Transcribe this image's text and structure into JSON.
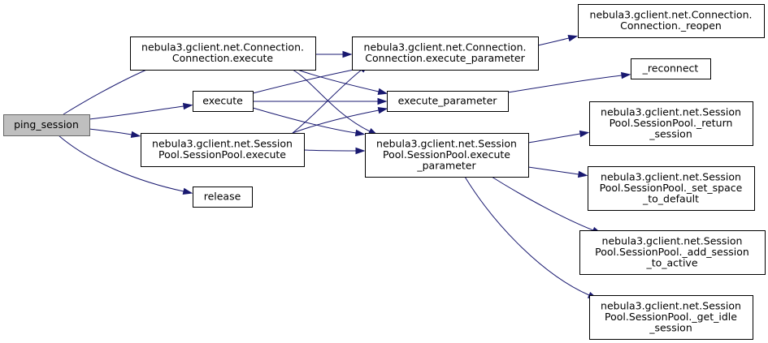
{
  "nodes": [
    {
      "id": "ping_session",
      "lines": [
        "ping_session"
      ],
      "root": true
    },
    {
      "id": "conn_execute",
      "lines": [
        "nebula3.gclient.net.Connection.",
        "Connection.execute"
      ]
    },
    {
      "id": "execute",
      "lines": [
        "execute"
      ]
    },
    {
      "id": "pool_execute",
      "lines": [
        "nebula3.gclient.net.Session",
        "Pool.SessionPool.execute"
      ]
    },
    {
      "id": "release",
      "lines": [
        "release"
      ]
    },
    {
      "id": "conn_execute_parameter",
      "lines": [
        "nebula3.gclient.net.Connection.",
        "Connection.execute_parameter"
      ]
    },
    {
      "id": "execute_parameter",
      "lines": [
        "execute_parameter"
      ]
    },
    {
      "id": "pool_execute_parameter",
      "lines": [
        "nebula3.gclient.net.Session",
        "Pool.SessionPool.execute",
        "_parameter"
      ]
    },
    {
      "id": "conn_reopen",
      "lines": [
        "nebula3.gclient.net.Connection.",
        "Connection._reopen"
      ]
    },
    {
      "id": "reconnect",
      "lines": [
        "_reconnect"
      ]
    },
    {
      "id": "pool_return_session",
      "lines": [
        "nebula3.gclient.net.Session",
        "Pool.SessionPool._return",
        "_session"
      ]
    },
    {
      "id": "pool_set_space",
      "lines": [
        "nebula3.gclient.net.Session",
        "Pool.SessionPool._set_space",
        "_to_default"
      ]
    },
    {
      "id": "pool_add_session",
      "lines": [
        "nebula3.gclient.net.Session",
        "Pool.SessionPool._add_session",
        "_to_active"
      ]
    },
    {
      "id": "pool_get_idle",
      "lines": [
        "nebula3.gclient.net.Session",
        "Pool.SessionPool._get_idle",
        "_session"
      ]
    }
  ],
  "edges": [
    {
      "from": "ping_session",
      "to": "conn_execute"
    },
    {
      "from": "ping_session",
      "to": "execute"
    },
    {
      "from": "ping_session",
      "to": "pool_execute"
    },
    {
      "from": "ping_session",
      "to": "release"
    },
    {
      "from": "conn_execute",
      "to": "conn_execute_parameter"
    },
    {
      "from": "conn_execute",
      "to": "execute_parameter"
    },
    {
      "from": "conn_execute",
      "to": "pool_execute_parameter"
    },
    {
      "from": "execute",
      "to": "conn_execute_parameter"
    },
    {
      "from": "execute",
      "to": "execute_parameter"
    },
    {
      "from": "execute",
      "to": "pool_execute_parameter"
    },
    {
      "from": "pool_execute",
      "to": "conn_execute_parameter"
    },
    {
      "from": "pool_execute",
      "to": "execute_parameter"
    },
    {
      "from": "pool_execute",
      "to": "pool_execute_parameter"
    },
    {
      "from": "conn_execute_parameter",
      "to": "conn_reopen"
    },
    {
      "from": "execute_parameter",
      "to": "reconnect"
    },
    {
      "from": "pool_execute_parameter",
      "to": "pool_return_session"
    },
    {
      "from": "pool_execute_parameter",
      "to": "pool_set_space"
    },
    {
      "from": "pool_execute_parameter",
      "to": "pool_add_session"
    },
    {
      "from": "pool_execute_parameter",
      "to": "pool_get_idle"
    }
  ],
  "colors": {
    "edge": "#191970",
    "root_fill": "#bfbfbf",
    "node_fill": "#ffffff"
  }
}
